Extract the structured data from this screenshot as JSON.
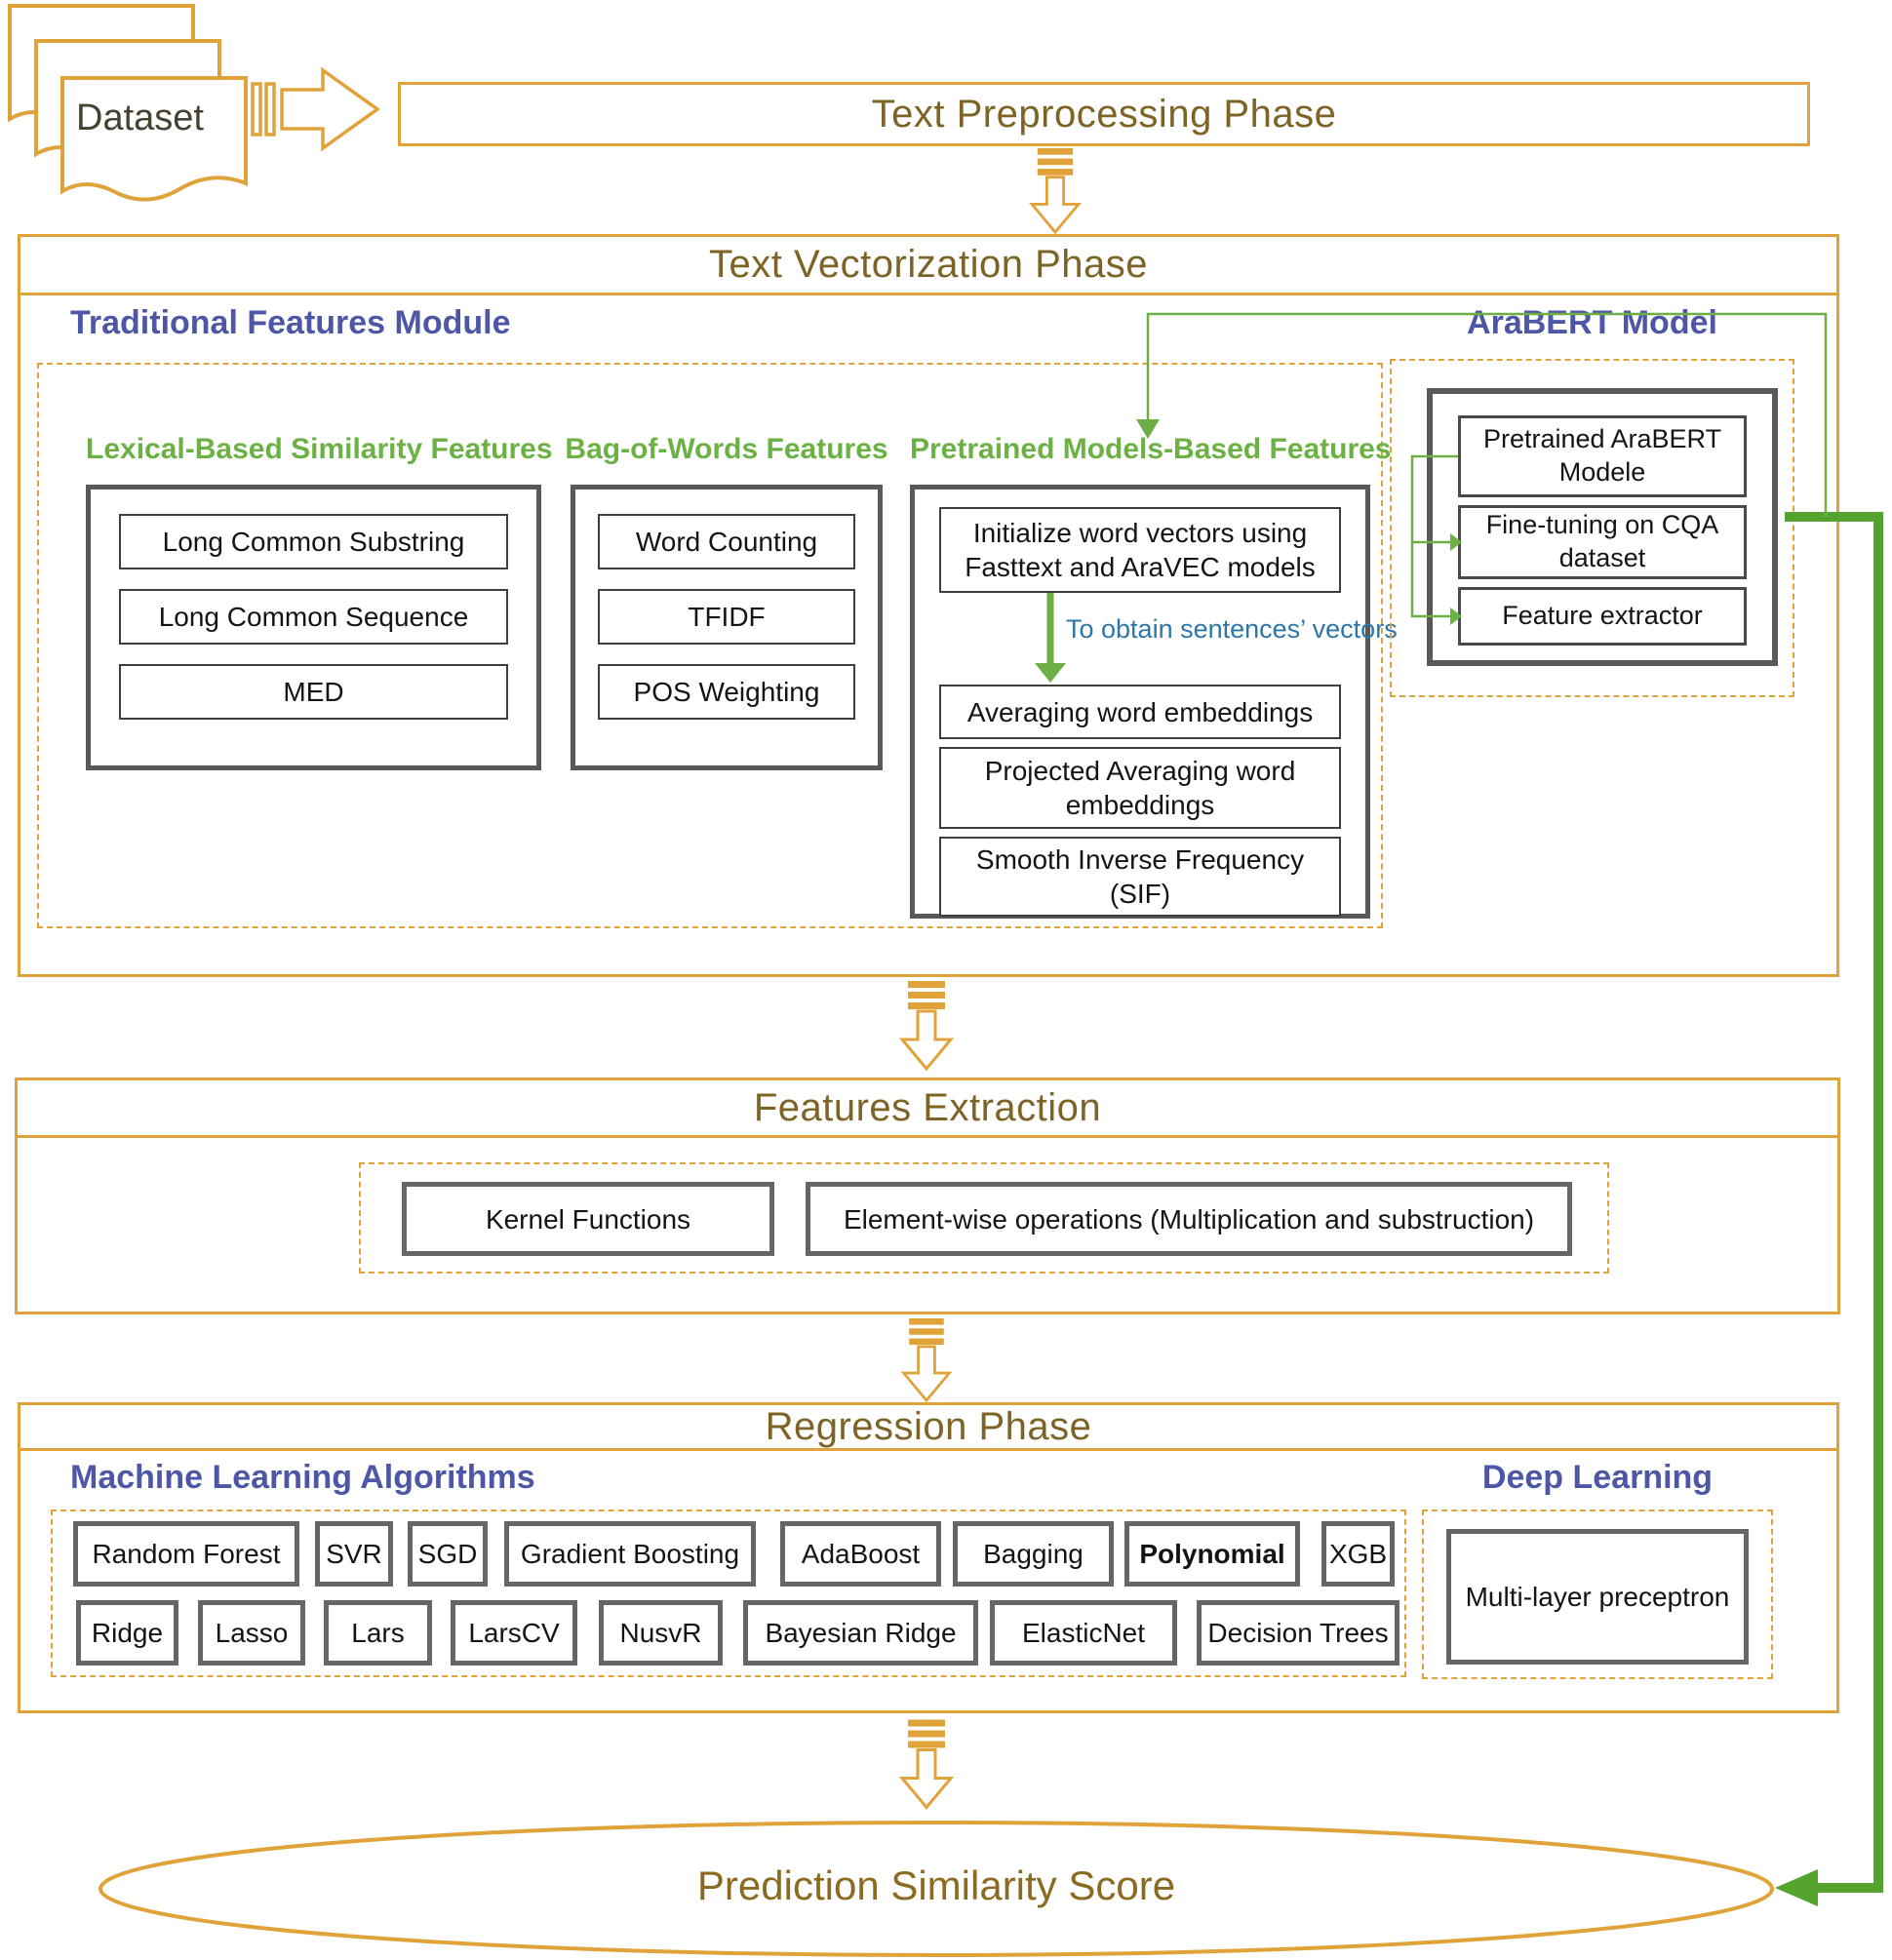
{
  "icons": {
    "dataset": "stacked-documents-icon",
    "flow_horizontal": "striped-right-arrow-icon",
    "flow_vertical": "striped-down-arrow-icon",
    "feedback": "green-feedback-arrow-icon"
  },
  "colors": {
    "accent_orange": "#E0A33A",
    "phase_title_brown": "#7D6426",
    "heading_purple": "#4D57A6",
    "heading_green": "#6CB144",
    "annotation_blue": "#2E75A8",
    "arrow_green_thin": "#6CAF45",
    "arrow_green_thick": "#55A32F",
    "container_border_gray": "#595959",
    "inner_border_gray": "#3E3E3E"
  },
  "dataset": {
    "label": "Dataset"
  },
  "preprocessing": {
    "title": "Text Preprocessing Phase"
  },
  "vectorization": {
    "title": "Text Vectorization Phase",
    "traditional": {
      "title": "Traditional Features Module",
      "lexical": {
        "heading": "Lexical-Based Similarity Features",
        "items": [
          "Long Common Substring",
          "Long Common Sequence",
          "MED"
        ]
      },
      "bow": {
        "heading": "Bag-of-Words Features",
        "items": [
          "Word Counting",
          "TFIDF",
          "POS Weighting"
        ]
      },
      "pretrained": {
        "heading": "Pretrained Models-Based Features",
        "init": "Initialize word vectors using Fasttext and AraVEC models",
        "arrow_label": "To obtain sentences’ vectors",
        "items": [
          "Averaging word embeddings",
          "Projected Averaging word embeddings",
          "Smooth Inverse Frequency (SIF)"
        ]
      }
    },
    "arabert": {
      "title": "AraBERT Model",
      "items": [
        "Pretrained AraBERT Modele",
        "Fine-tuning on CQA dataset",
        "Feature extractor"
      ]
    }
  },
  "extraction": {
    "title": "Features Extraction",
    "items": [
      "Kernel Functions",
      "Element-wise operations (Multiplication and substruction)"
    ]
  },
  "regression": {
    "title": "Regression Phase",
    "ml": {
      "heading": "Machine Learning Algorithms",
      "row1": [
        "Random Forest",
        "SVR",
        "SGD",
        "Gradient Boosting",
        "AdaBoost",
        "Bagging",
        "Polynomial",
        "XGB"
      ],
      "row2": [
        "Ridge",
        "Lasso",
        "Lars",
        "LarsCV",
        "NusvR",
        "Bayesian Ridge",
        "ElasticNet",
        "Decision Trees"
      ]
    },
    "dl": {
      "heading": "Deep Learning",
      "item": "Multi-layer preceptron"
    }
  },
  "output": {
    "title": "Prediction Similarity Score"
  }
}
